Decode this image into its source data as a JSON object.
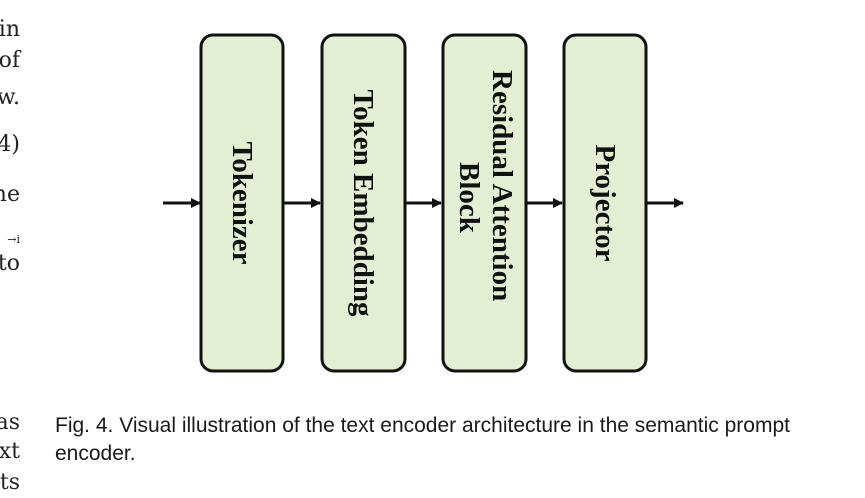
{
  "left_text_fragments": [
    "in",
    "of",
    "w.",
    "4)",
    "he",
    "→i",
    "to",
    "as",
    "xt",
    "ts"
  ],
  "blocks": [
    {
      "lines": [
        "Tokenizer"
      ]
    },
    {
      "lines": [
        "Token Embedding"
      ]
    },
    {
      "lines": [
        "Residual Attention",
        "Block"
      ]
    },
    {
      "lines": [
        "Projector"
      ]
    }
  ],
  "caption": "Fig. 4. Visual illustration of the text encoder architecture in the semantic prompt encoder.",
  "colors": {
    "block_fill": "#e3eed3",
    "block_stroke": "#111111",
    "arrow": "#111111"
  }
}
